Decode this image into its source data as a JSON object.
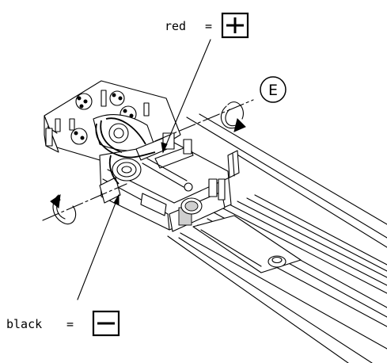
{
  "diagram": {
    "labels": {
      "red": "red",
      "equals_red": "=",
      "black": "black",
      "equals_black": "=",
      "earth": "E"
    },
    "symbols": {
      "positive": "plus-symbol",
      "negative": "minus-symbol",
      "rotation": "rotation-arrow-icon"
    }
  }
}
